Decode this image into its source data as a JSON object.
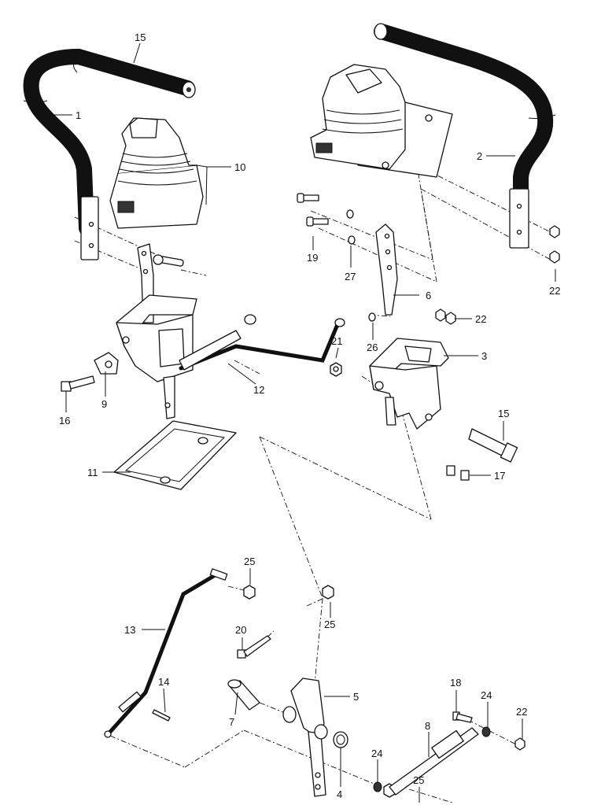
{
  "callouts": {
    "c1": "1",
    "c2": "2",
    "c3": "3",
    "c4": "4",
    "c5": "5",
    "c6": "6",
    "c7": "7",
    "c8": "8",
    "c9": "9",
    "c10": "10",
    "c11": "11",
    "c12": "12",
    "c13": "13",
    "c14": "14",
    "c15a": "15",
    "c15b": "15",
    "c16": "16",
    "c17": "17",
    "c18": "18",
    "c19": "19",
    "c20": "20",
    "c21": "21",
    "c22a": "22",
    "c22b": "22",
    "c22c": "22",
    "c24a": "24",
    "c24b": "24",
    "c25a": "25",
    "c25b": "25",
    "c25c": "25",
    "c26": "26",
    "c27": "27"
  }
}
